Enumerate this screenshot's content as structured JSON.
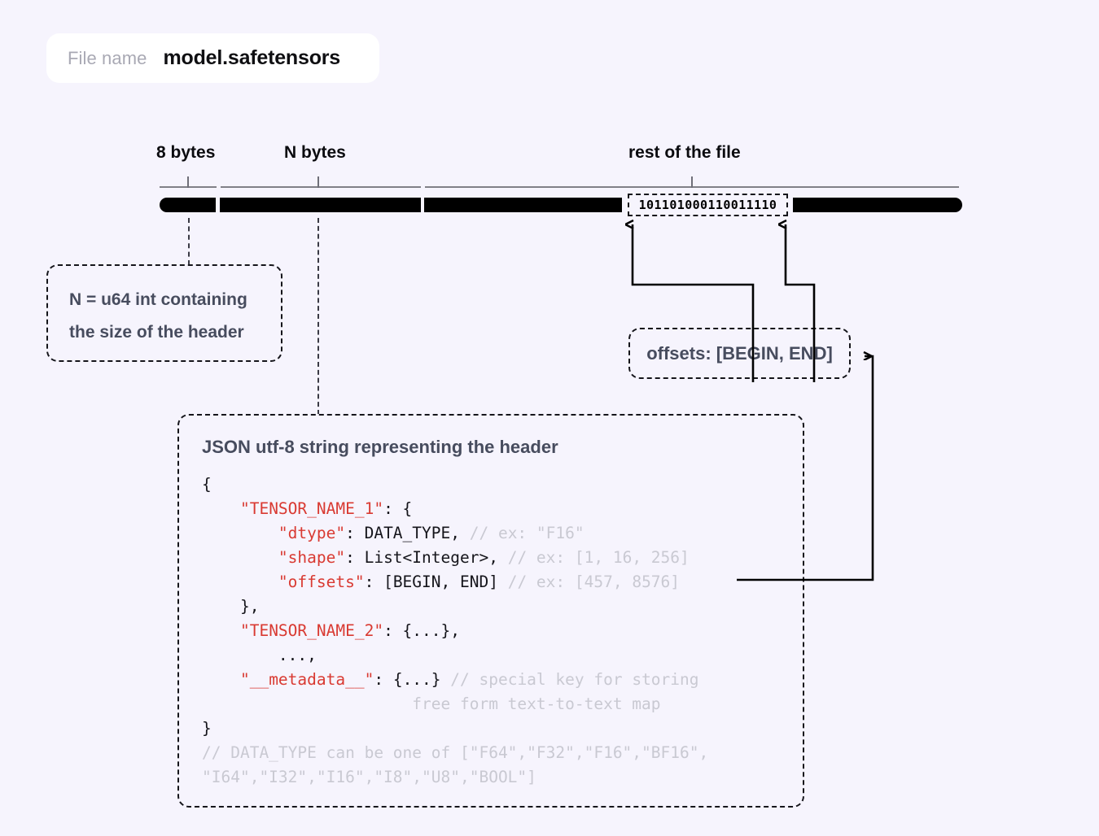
{
  "file": {
    "label": "File name",
    "name": "model.safetensors"
  },
  "segments": [
    {
      "label": "8 bytes"
    },
    {
      "label": "N bytes"
    },
    {
      "label": "rest of the file"
    }
  ],
  "binary_sample": "101101000110011110",
  "callouts": {
    "header_size": {
      "line1": "N = u64 int containing",
      "line2": "the size of the header"
    },
    "offsets": "offsets: [BEGIN, END]"
  },
  "json_block": {
    "title": "JSON utf-8 string representing the header",
    "lines": {
      "l01": "{",
      "l02_key": "\"TENSOR_NAME_1\"",
      "l02_rest": ": {",
      "l03_key": "\"dtype\"",
      "l03_val": ": DATA_TYPE, ",
      "l03_comment": "// ex: \"F16\"",
      "l04_key": "\"shape\"",
      "l04_val": ": List<Integer>, ",
      "l04_comment": "// ex: [1, 16, 256]",
      "l05_key": "\"offsets\"",
      "l05_val": ": [BEGIN, END] ",
      "l05_comment": "// ex: [457, 8576]",
      "l06": "},",
      "l07_key": "\"TENSOR_NAME_2\"",
      "l07_rest": ": {...},",
      "l08": "...,",
      "l09_key": "\"__metadata__\"",
      "l09_val": ": {...} ",
      "l09_comment": "// special key for storing",
      "l10_comment": "free form text-to-text map",
      "l11": "}",
      "l12_comment": "// DATA_TYPE can be one of [\"F64\",\"F32\",\"F16\",\"BF16\",",
      "l13_comment": "\"I64\",\"I32\",\"I16\",\"I8\",\"U8\",\"BOOL\"]"
    }
  },
  "colors": {
    "background": "#f6f4fd",
    "key_red": "#d93a32",
    "comment_gray": "#c9c9d2",
    "text_slate": "#474c5e",
    "bar_black": "#000000"
  }
}
